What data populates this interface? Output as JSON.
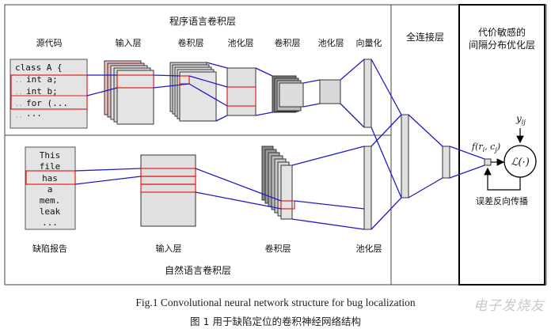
{
  "sections": {
    "code_conv": "程序语言卷积层",
    "nl_conv": "自然语言卷积层",
    "fully_connected": "全连接层",
    "cost_title_line1": "代价敏感的",
    "cost_title_line2": "间隔分布优化层"
  },
  "code_labels": {
    "source": "源代码",
    "input": "输入层",
    "conv1": "卷积层",
    "pool1": "池化层",
    "conv2": "卷积层",
    "pool2": "池化层",
    "vectorize": "向量化"
  },
  "code_lines": [
    "class A {",
    "int a;",
    "int b;",
    "for (...",
    "..."
  ],
  "report_words": [
    "This",
    "file",
    "has",
    "a",
    "mem.",
    "leak",
    "..."
  ],
  "nl_labels": {
    "report": "缺陷报告",
    "input": "输入层",
    "conv": "卷积层",
    "pool": "池化层"
  },
  "math": {
    "y": "y",
    "y_sub": "ij",
    "f": "f(r",
    "f_i": "i",
    "f_mid": ", c",
    "f_j": "j",
    "f_end": ")",
    "loss": "ℒ(·)"
  },
  "backprop_label": "误差反向传播",
  "caption_en": "Fig.1    Convolutional neural network structure for bug localization",
  "caption_zh": "图 1    用于缺陷定位的卷积神经网络结构",
  "watermark": "电子发烧友",
  "colors": {
    "connector": "#1c1cc8",
    "highlight": "#e02020",
    "box_fill": "#e0e0e0"
  }
}
